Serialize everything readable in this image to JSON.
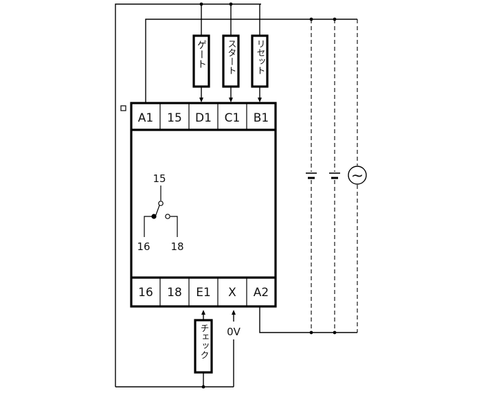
{
  "terminals_top": [
    "A1",
    "15",
    "D1",
    "C1",
    "B1"
  ],
  "terminals_bottom": [
    "16",
    "18",
    "E1",
    "X",
    "A2"
  ],
  "input_labels": {
    "gate": "ゲート",
    "start": "スタート",
    "reset": "リセット",
    "check": "チェック"
  },
  "contact_labels": {
    "common": "15",
    "nc": "16",
    "no": "18"
  },
  "zero_volt_label": "0V",
  "ac_symbol": "~"
}
